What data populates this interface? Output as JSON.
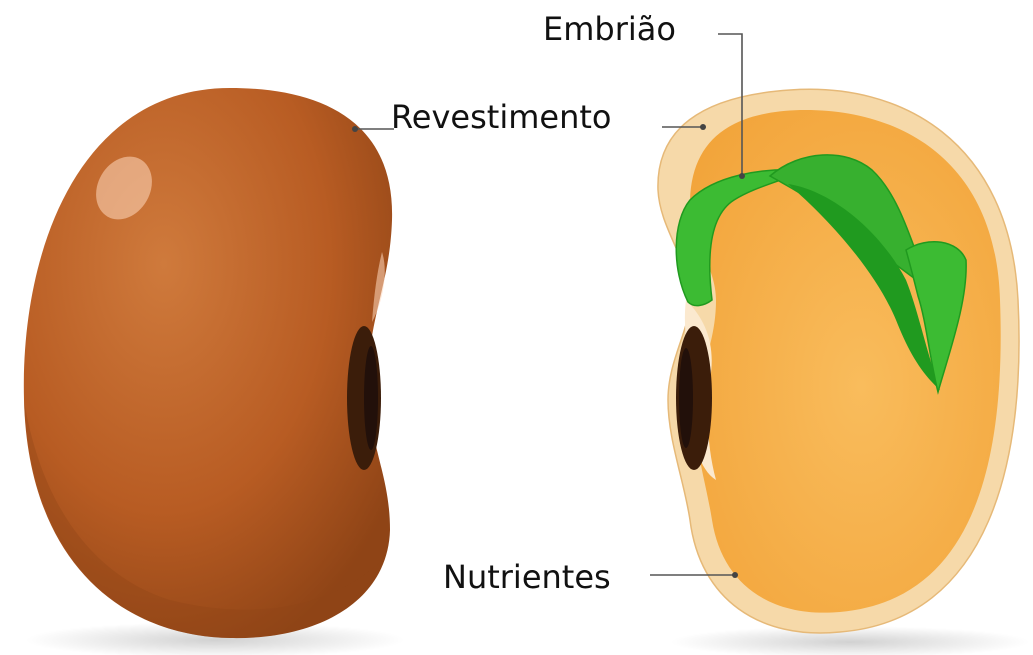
{
  "labels": {
    "embryo": "Embrião",
    "seed_coat": "Revestimento",
    "nutrients": "Nutrientes"
  },
  "colors": {
    "whole_seed": "#b85c23",
    "whole_seed_dark": "#8f4416",
    "hilum": "#3b1d0a",
    "coat": "#f6d9a9",
    "nutrients": "#f6ad43",
    "embryo": "#3cbb33",
    "embryo_dark": "#209a1f",
    "leader_line": "#555555"
  }
}
